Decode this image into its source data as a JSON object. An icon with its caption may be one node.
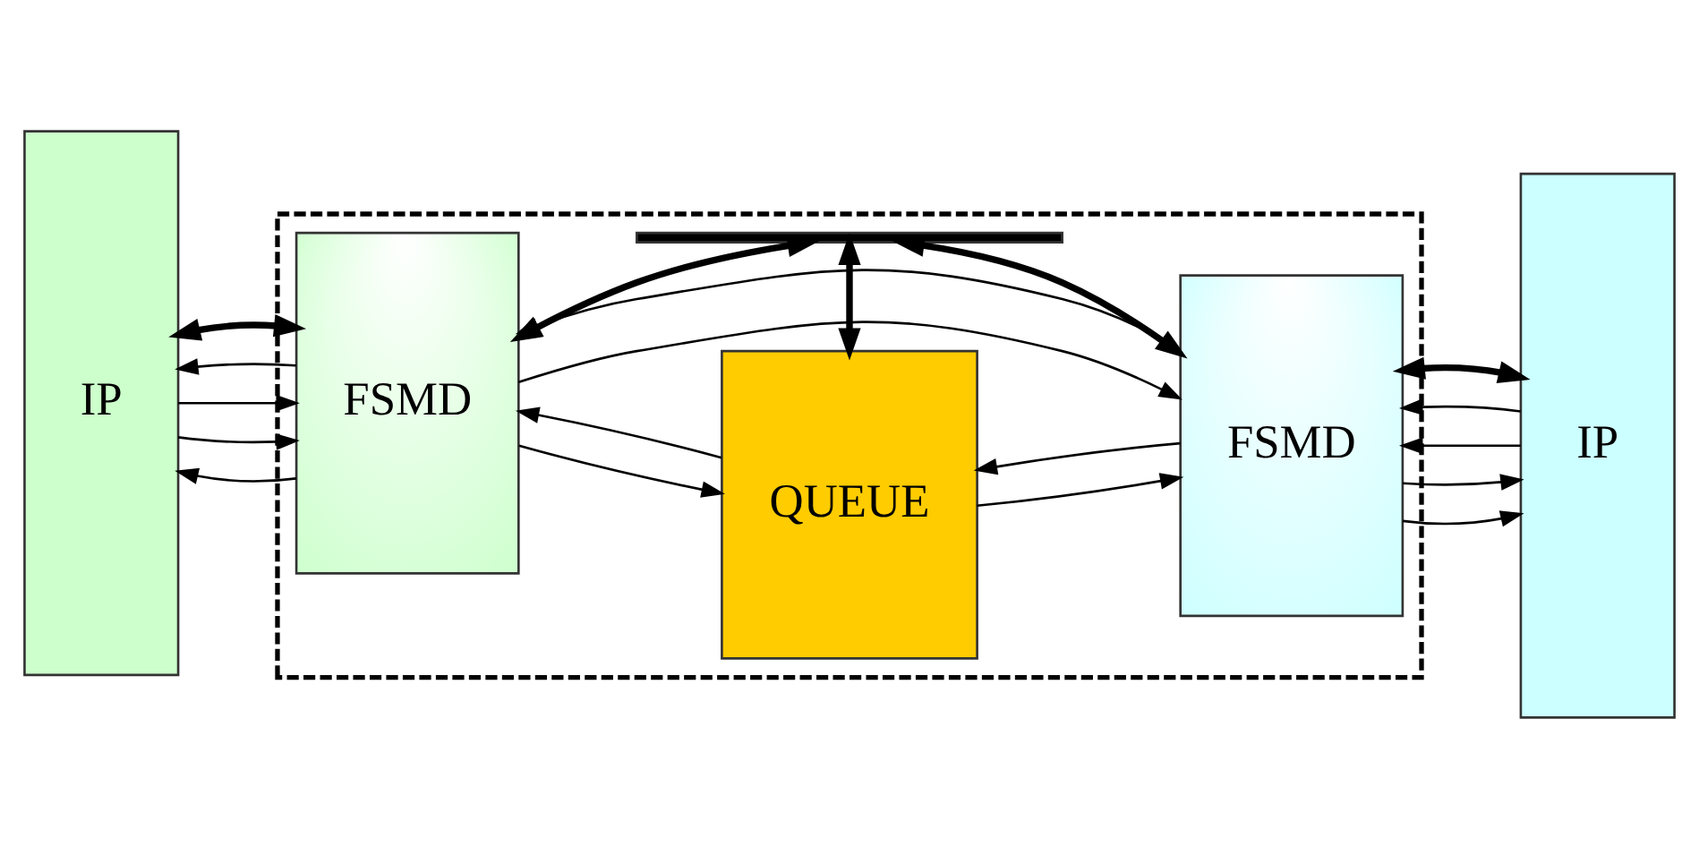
{
  "diagram": {
    "nodes": [
      {
        "text": [
          "IP"
        ]
      },
      {
        "text": [],
        "shape": "box"
      },
      {
        "text": [
          "FSMD"
        ],
        "in": 1
      },
      {
        "text": [
          "QUEUE"
        ],
        "in": 1
      },
      {
        "text": [
          "FSMD"
        ],
        "in": 1
      },
      {
        "text": [],
        "shape": "bar",
        "in": 1
      },
      {
        "text": [
          "IP"
        ]
      }
    ],
    "edges": [
      {
        "from": 0,
        "to": 2,
        "arrow": "to"
      },
      {
        "from": 0,
        "to": 2,
        "arrow": "to"
      },
      {
        "from": 2,
        "to": 0,
        "arrow": "to"
      },
      {
        "from": 2,
        "to": 0,
        "arrow": "to"
      },
      {
        "from": 0,
        "to": 2,
        "arrow": "both",
        "style": "thick"
      },
      {
        "from": 2,
        "to": 4,
        "arrow": "to"
      },
      {
        "from": 4,
        "to": 2,
        "arrow": "to"
      },
      {
        "from": 3,
        "to": 2,
        "arrow": "to"
      },
      {
        "from": 2,
        "to": 3,
        "arrow": "to"
      },
      {
        "from": 4,
        "to": 3,
        "arrow": "to"
      },
      {
        "from": 3,
        "to": 4,
        "arrow": "to"
      },
      {
        "from": 4,
        "to": 6,
        "arrow": "to"
      },
      {
        "from": 4,
        "to": 6,
        "arrow": "to"
      },
      {
        "from": 6,
        "to": 4,
        "arrow": "to"
      },
      {
        "from": 6,
        "to": 4,
        "arrow": "to"
      },
      {
        "from": 4,
        "to": 6,
        "arrow": "both",
        "style": "thick"
      },
      {
        "from": 2,
        "to": 5,
        "arrow": "both",
        "style": "thick"
      },
      {
        "from": 3,
        "to": 5,
        "arrow": "both",
        "style": "thick"
      },
      {
        "from": 4,
        "to": 5,
        "arrow": "both",
        "style": "thick"
      }
    ]
  }
}
